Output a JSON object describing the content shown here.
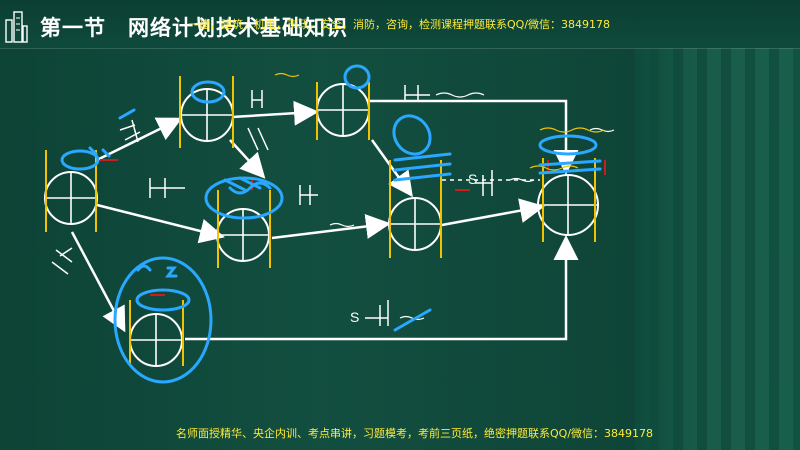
{
  "header": {
    "section": "第一节",
    "title": "网络计划技术基础知识",
    "promo_top": "一建，建筑，机电，市政，安全，消防，咨询，检测课程押题联系QQ/微信：3849178"
  },
  "footer": {
    "promo_bottom": "名师面授精华、央企内训、考点串讲，习题模考，考前三页纸，绝密押题联系QQ/微信：3849178"
  },
  "diagram": {
    "s_labels": [
      "S",
      "S"
    ]
  },
  "colors": {
    "board": "#0e4b3c",
    "chalk": "#ffffff",
    "marker_blue": "#2aa7ff",
    "bracket_yellow": "#f2c200",
    "bracket_red": "#c81e1e"
  }
}
